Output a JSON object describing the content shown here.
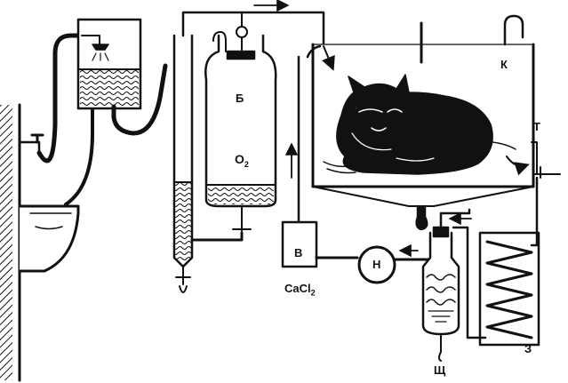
{
  "labels": {
    "b": "Б",
    "o2": "O",
    "o2_sub": "2",
    "k": "К",
    "t": "Т",
    "v": "В",
    "n": "Н",
    "cacl": "CaCl",
    "cacl_sub": "2",
    "shch": "Щ",
    "z": "З"
  },
  "colors": {
    "ink": "#111111",
    "bg": "#ffffff",
    "water": "#222222"
  }
}
